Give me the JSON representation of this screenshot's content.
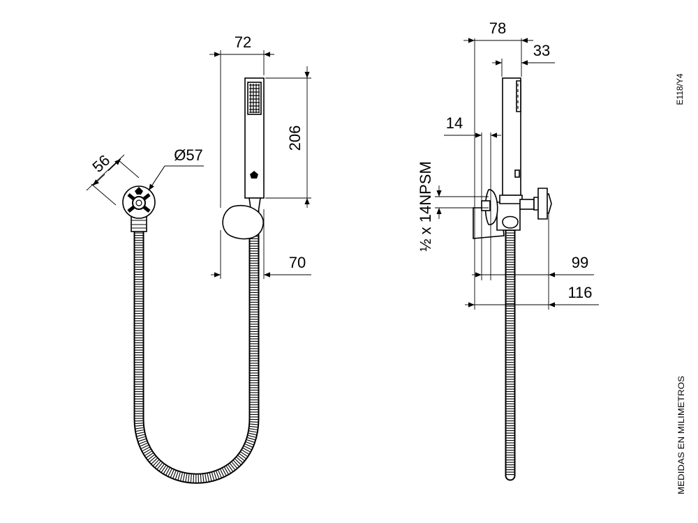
{
  "labels": {
    "front_width": "72",
    "front_height": "206",
    "front_depth": "70",
    "diameter": "Ø57",
    "flange": "56",
    "side_total": "78",
    "side_head": "33",
    "side_wall": "14",
    "thread": "½ x 14NPSM",
    "projection_99": "99",
    "projection_116": "116"
  },
  "side_text": {
    "code": "E118/Y4",
    "units": "MEDIDAS EN MILIMETROS"
  },
  "colors": {
    "ink": "#000000",
    "background": "#ffffff"
  }
}
